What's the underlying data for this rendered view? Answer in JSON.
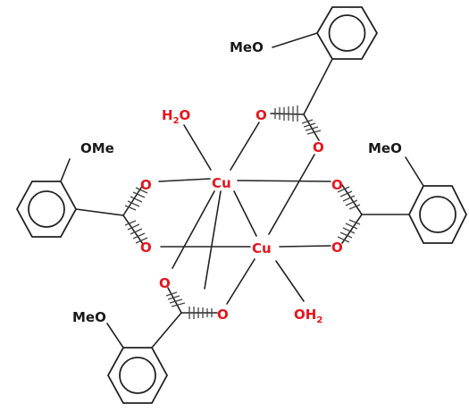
{
  "atoms": {
    "cu_upper": "Cu",
    "cu_lower": "Cu",
    "o": "O",
    "water_h": "H",
    "water_sub": "2",
    "water_o": "O",
    "water_o_h": "OH",
    "meo": "MeO",
    "ome": "OMe"
  },
  "colors": {
    "heteroatom": "#e8141c",
    "bond": "#222222",
    "background": "#ffffff"
  }
}
